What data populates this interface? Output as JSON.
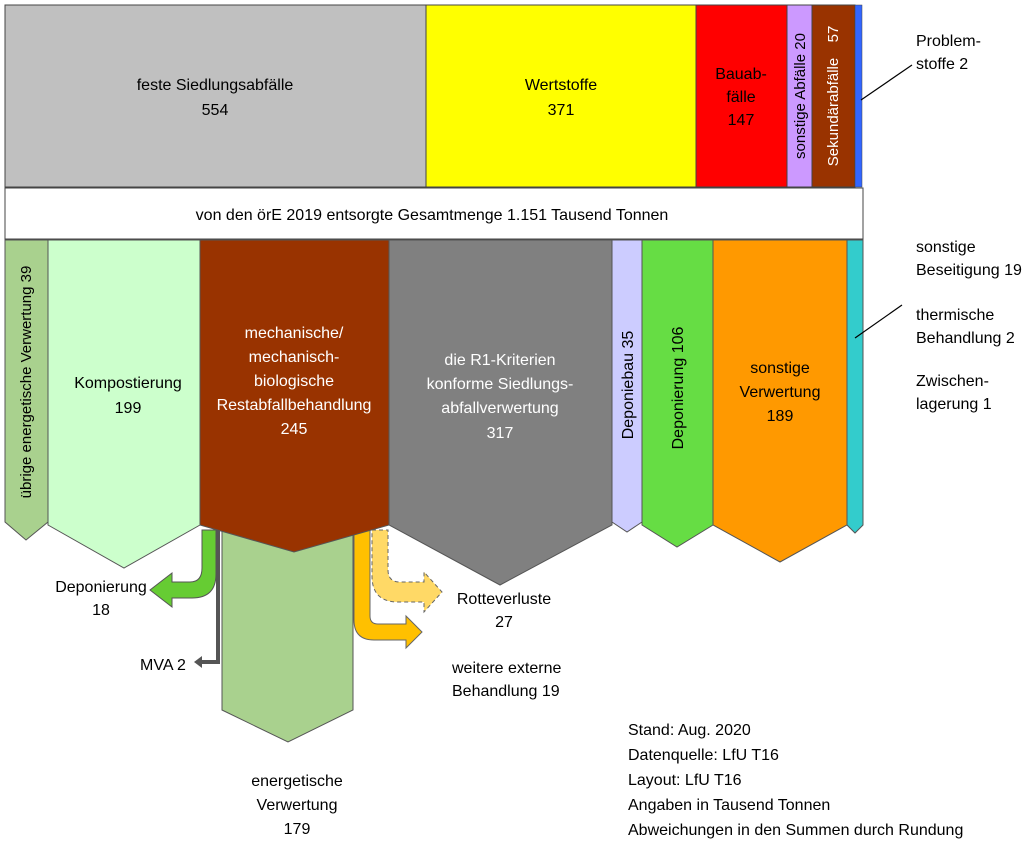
{
  "colors": {
    "feste_siedlungsabfaelle": "#c0c0c0",
    "wertstoffe": "#ffff00",
    "bauabfaelle": "#ff0000",
    "sonstige_abfaelle": "#cc99ff",
    "sekundaerabfaelle": "#993300",
    "problemstoffe": "#3366ff",
    "uebrige_energetische_verwertung": "#a9d18e",
    "kompostierung": "#ccffcc",
    "mba": "#993300",
    "r1_verwertung": "#808080",
    "deponiebau": "#ccccff",
    "deponierung": "#66dd44",
    "sonstige_verwertung": "#ff9900",
    "sonstige_beseitigung": "#33cccc",
    "energetische_verwertung_output": "#a9d18e",
    "deponierung_output": "#66cc33",
    "mva_output": "#808080",
    "rotteverluste_output": "#ffd966",
    "weitere_externe_output": "#ffc000"
  },
  "total_bar": {
    "text": "von den örE 2019 entsorgte  Gesamtmenge   1.151 Tausend Tonnen"
  },
  "inputs": {
    "feste": {
      "name": "feste  Siedlungsabfälle",
      "value": "554"
    },
    "wertstoffe": {
      "name": "Wertstoffe",
      "value": "371"
    },
    "bauabfaelle": {
      "name_line1": "Bauab-",
      "name_line2": "fälle",
      "value": "147"
    },
    "sonstige": {
      "label": "sonstige  Abfälle  20"
    },
    "sekundaer": {
      "name": "Sekundärabfälle",
      "value": "57"
    },
    "problemstoffe": {
      "label": "Problem-\nstoffe  2"
    }
  },
  "outputs": {
    "uebrige": {
      "label": "übrige energetische  Verwertung 39"
    },
    "kompostierung": {
      "name": "Kompostierung",
      "value": "199"
    },
    "mba": {
      "line1": "mechanische/",
      "line2": "mechanisch-",
      "line3": "biologische",
      "line4": "Restabfallbehandlung",
      "value": "245"
    },
    "r1": {
      "line1": "die  R1-Kriterien",
      "line2": "konforme  Siedlungs-",
      "line3": "abfallverwertung",
      "value": "317"
    },
    "deponiebau": {
      "label": "Deponiebau  35"
    },
    "deponierung": {
      "label": "Deponierung  106"
    },
    "sonstige_verwertung": {
      "line1": "sonstige",
      "line2": "Verwertung",
      "value": "189"
    },
    "sonstige_beseitigung": {
      "label": "sonstige\nBeseitigung  19"
    },
    "thermische": {
      "label": "thermische\nBehandlung  2"
    },
    "zwischen": {
      "label": "Zwischen-\nlagerung  1"
    }
  },
  "mba_outputs": {
    "deponierung": {
      "label": "Deponierung\n18"
    },
    "mva": {
      "label": "MVA  2"
    },
    "energetische": {
      "line1": "energetische",
      "line2": "Verwertung",
      "value": "179"
    },
    "rotteverluste": {
      "label": "Rotteverluste\n27"
    },
    "weitere": {
      "label": "weitere  externe\nBehandlung  19"
    }
  },
  "footer": {
    "stand": "Stand:  Aug.  2020",
    "datenquelle": "Datenquelle:  LfU  T16",
    "layout": "Layout:  LfU  T16",
    "angaben": "Angaben  in  Tausend  Tonnen",
    "abweichungen": "Abweichungen  in  den  Summen  durch  Rundung"
  }
}
